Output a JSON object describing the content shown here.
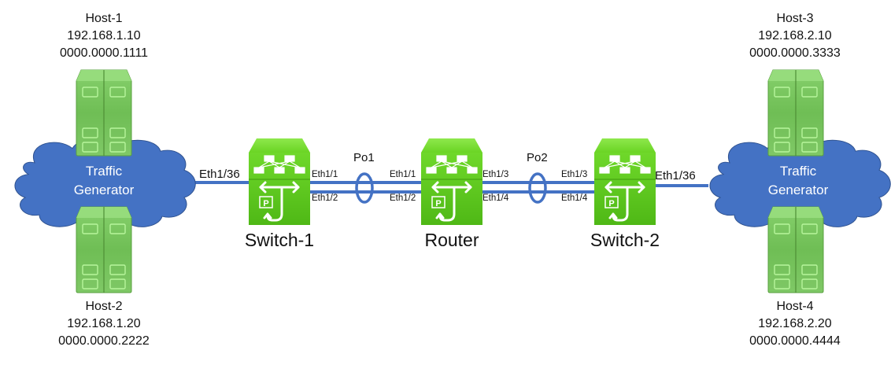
{
  "colors": {
    "link": "#4472c4",
    "cloud": "#4472c4",
    "cloud_stroke": "#2f528f",
    "switch_green": "#5cc91e",
    "server_green": "#7ccc64",
    "text": "#111111"
  },
  "hosts": [
    {
      "name": "Host-1",
      "ip": "192.168.1.10",
      "mac": "0000.0000.1111"
    },
    {
      "name": "Host-2",
      "ip": "192.168.1.20",
      "mac": "0000.0000.2222"
    },
    {
      "name": "Host-3",
      "ip": "192.168.2.10",
      "mac": "0000.0000.3333"
    },
    {
      "name": "Host-4",
      "ip": "192.168.2.20",
      "mac": "0000.0000.4444"
    }
  ],
  "traffic_generators": [
    {
      "line1": "Traffic",
      "line2": "Generator",
      "icon": "cloud-icon"
    },
    {
      "line1": "Traffic",
      "line2": "Generator",
      "icon": "cloud-icon"
    }
  ],
  "devices": [
    {
      "name": "Switch-1",
      "icon": "layer3-switch-icon"
    },
    {
      "name": "Router",
      "icon": "layer3-switch-icon"
    },
    {
      "name": "Switch-2",
      "icon": "layer3-switch-icon"
    }
  ],
  "port_channels": [
    {
      "name": "Po1"
    },
    {
      "name": "Po2"
    }
  ],
  "ports": {
    "sw1_uplink": "Eth1/36",
    "sw1_a": "Eth1/1",
    "sw1_b": "Eth1/2",
    "rtr_a_left": "Eth1/1",
    "rtr_b_left": "Eth1/2",
    "rtr_a_right": "Eth1/3",
    "rtr_b_right": "Eth1/4",
    "sw2_a": "Eth1/3",
    "sw2_b": "Eth1/4",
    "sw2_uplink": "Eth1/36"
  }
}
